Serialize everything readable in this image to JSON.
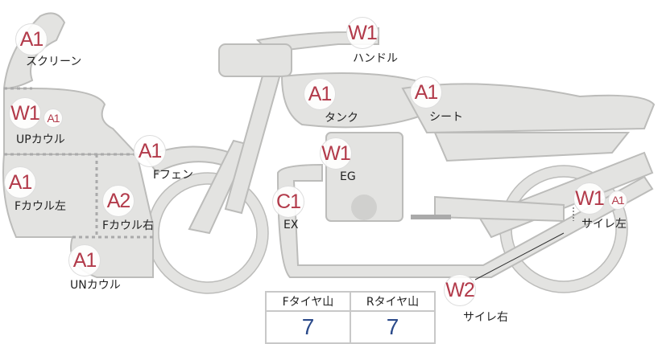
{
  "parts": [
    {
      "id": "screen",
      "grade": "A1",
      "label": "スクリーン"
    },
    {
      "id": "up-cowl",
      "grade": "W1",
      "sub_grade": "A1",
      "label": "UPカウル"
    },
    {
      "id": "f-cowl-left",
      "grade": "A1",
      "label": "Fカウル左"
    },
    {
      "id": "f-cowl-right",
      "grade": "A2",
      "label": "Fカウル右"
    },
    {
      "id": "un-cowl",
      "grade": "A1",
      "label": "UNカウル"
    },
    {
      "id": "f-fender",
      "grade": "A1",
      "label": "Fフェン"
    },
    {
      "id": "exhaust",
      "grade": "C1",
      "label": "EX"
    },
    {
      "id": "engine",
      "grade": "W1",
      "label": "EG"
    },
    {
      "id": "tank",
      "grade": "A1",
      "label": "タンク"
    },
    {
      "id": "handle",
      "grade": "W1",
      "label": "ハンドル"
    },
    {
      "id": "seat",
      "grade": "A1",
      "label": "シート"
    },
    {
      "id": "silencer-left",
      "grade": "W1",
      "sub_grade": "A1",
      "label": "サイレ左"
    },
    {
      "id": "silencer-right",
      "grade": "W2",
      "label": "サイレ右"
    }
  ],
  "tires": {
    "front_label": "Fタイヤ山",
    "rear_label": "Rタイヤ山",
    "front_value": "7",
    "rear_value": "7"
  },
  "colors": {
    "grade": "#b23a4a",
    "tire_value": "#2b4a8a",
    "body_fill": "#e3e3e1",
    "body_stroke": "#bcbcba"
  }
}
